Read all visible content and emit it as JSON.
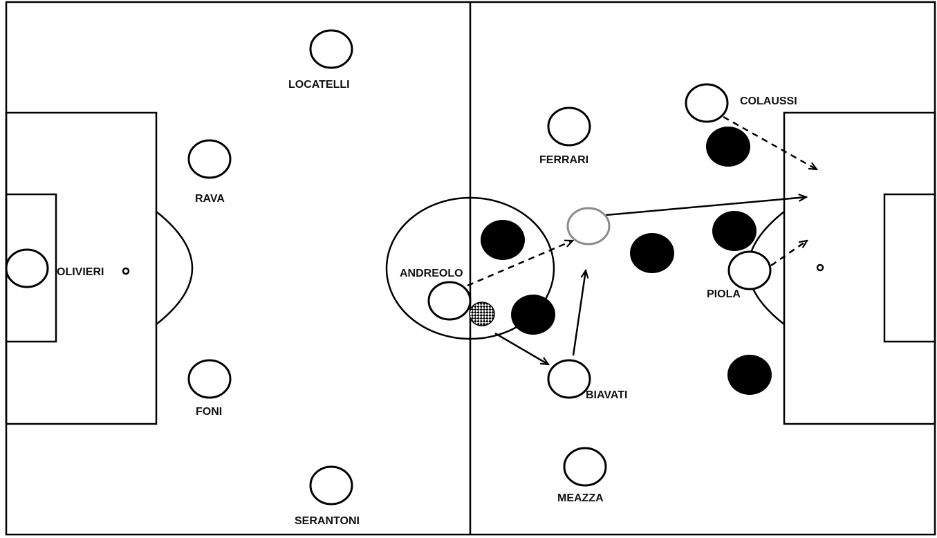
{
  "players": {
    "olivieri": "OLIVIERI",
    "rava": "RAVA",
    "foni": "FONI",
    "locatelli": "LOCATELLI",
    "serantoni": "SERANTONI",
    "andreolo": "ANDREOLO",
    "ferrari": "FERRARI",
    "colaussi": "COLAUSSI",
    "biavati": "BIAVATI",
    "meazza": "MEAZZA",
    "piola": "PIOLA"
  },
  "colors": {
    "line": "#000000",
    "player_fill": "#ffffff",
    "opponent_fill": "#000000",
    "ghost_outline": "#8a8a8a"
  },
  "icons": {
    "ball": "checkered-ball-icon"
  }
}
